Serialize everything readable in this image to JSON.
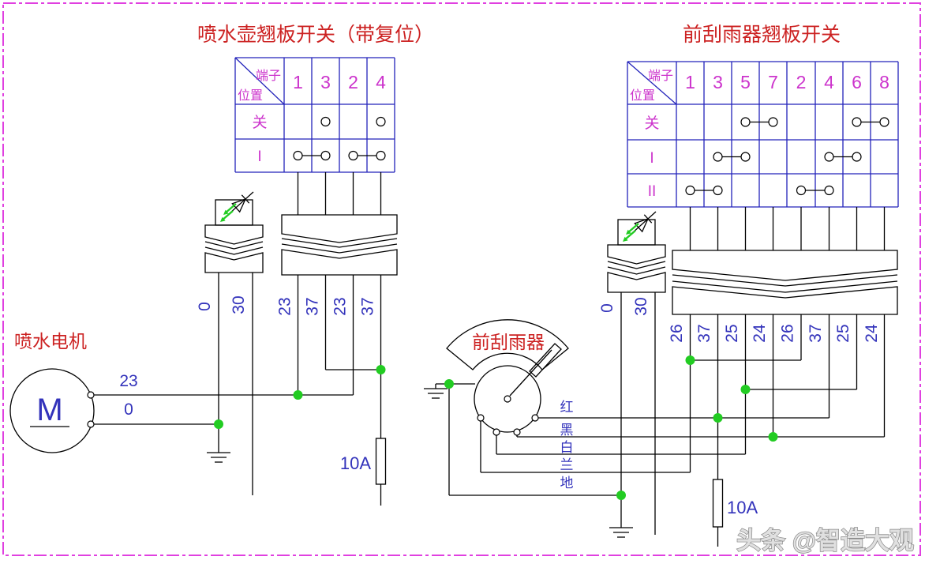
{
  "diagram": {
    "border_color": "#e040e0",
    "left_circuit": {
      "title": "喷水壶翘板开关（带复位）",
      "table": {
        "corner_top": "端子",
        "corner_bottom": "位置",
        "columns": [
          "1",
          "3",
          "2",
          "4"
        ],
        "rows": [
          {
            "label": "关",
            "contacts": [
              "3",
              "4"
            ],
            "links": []
          },
          {
            "label": "I",
            "links": [
              [
                "1",
                "3"
              ],
              [
                "2",
                "4"
              ]
            ]
          }
        ]
      },
      "switch_wires": [
        "23",
        "37",
        "23",
        "37"
      ],
      "lamp_wires": [
        "0",
        "30"
      ],
      "fuse": "10A",
      "motor": {
        "label": "喷水电机",
        "symbol": "M",
        "wires": [
          "23",
          "0"
        ]
      }
    },
    "right_circuit": {
      "title": "前刮雨器翘板开关",
      "table": {
        "corner_top": "端子",
        "corner_bottom": "位置",
        "columns": [
          "1",
          "3",
          "5",
          "7",
          "2",
          "4",
          "6",
          "8"
        ],
        "rows": [
          {
            "label": "关",
            "links": [
              [
                "5",
                "7"
              ],
              [
                "6",
                "8"
              ]
            ]
          },
          {
            "label": "I",
            "links": [
              [
                "3",
                "5"
              ],
              [
                "4",
                "6"
              ]
            ]
          },
          {
            "label": "II",
            "links": [
              [
                "1",
                "3"
              ],
              [
                "2",
                "4"
              ]
            ]
          }
        ]
      },
      "switch_wires": [
        "26",
        "37",
        "25",
        "24",
        "26",
        "37",
        "25",
        "24"
      ],
      "lamp_wires": [
        "0",
        "30"
      ],
      "fuse": "10A",
      "wiper": {
        "label": "前刮雨器",
        "wire_colors": [
          "红",
          "黑",
          "白",
          "兰",
          "地"
        ]
      }
    },
    "watermark": "头条 @智造大观"
  }
}
